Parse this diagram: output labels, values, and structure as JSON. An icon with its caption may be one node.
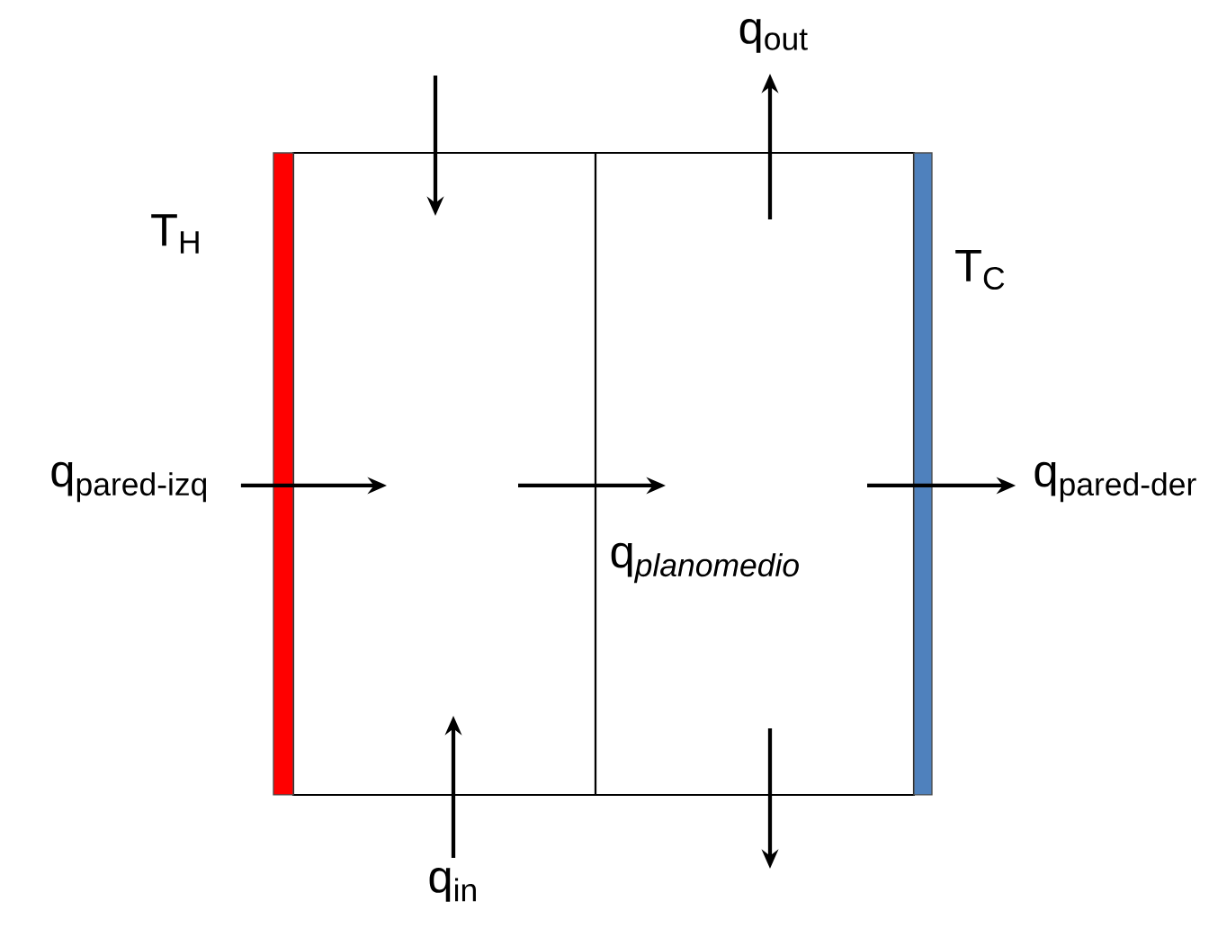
{
  "diagram": {
    "nodes": [
      {
        "text": [],
        "shape": "box"
      },
      {
        "text": [],
        "shape": "box"
      },
      {
        "text": [],
        "shape": "bar"
      },
      {
        "text": [],
        "shape": "bar"
      },
      {
        "text": [
          "q$_{pared-izq}$"
        ]
      },
      {
        "text": [
          "q$_{in}$"
        ]
      },
      {
        "text": [
          "q$_{out}$"
        ]
      },
      {
        "text": [
          "q$_{pared-der}$"
        ]
      }
    ],
    "edges": [
      {
        "from": 4,
        "to": 0,
        "arrow": "to"
      },
      {
        "from": 0,
        "to": 1,
        "arrow": "to",
        "label": "\\mathrm{q}_{\\mathit{planomedio}}"
      },
      {
        "from": 5,
        "to": 0,
        "arrow": "to"
      },
      {
        "from": 1,
        "to": 6,
        "arrow": "to"
      },
      {
        "from": 1,
        "to": 7,
        "arrow": "to"
      },
      {
        "from": null,
        "to": 0,
        "arrow": "to"
      },
      {
        "from": 1,
        "to": null,
        "arrow": "to"
      }
    ],
    "labels": [
      "T$_{H}$",
      "T$_{C}$"
    ]
  }
}
